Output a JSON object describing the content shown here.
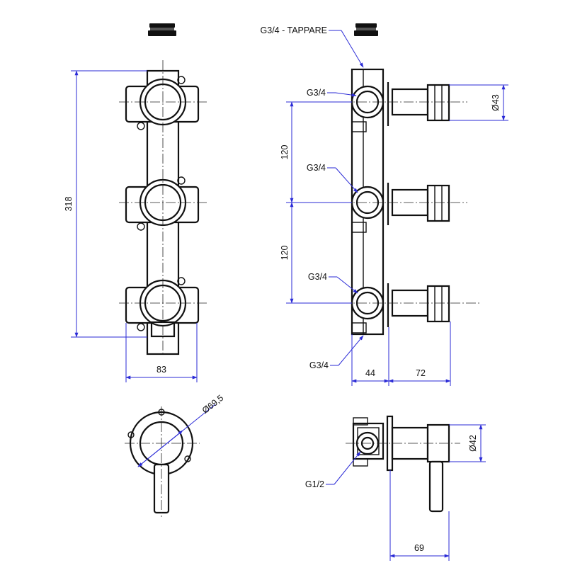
{
  "front_view": {
    "overall_height": "318",
    "width": "83"
  },
  "side_view": {
    "plug_label": "G3/4 - TAPPARE",
    "port_top": "G3/4",
    "port_mid": "G3/4",
    "port_bottom": "G3/4",
    "port_base": "G3/4",
    "spacing_upper": "120",
    "spacing_lower": "120",
    "body_depth": "44",
    "spout_length": "72",
    "spout_diameter": "Ø43"
  },
  "mixer_front": {
    "rosette_diameter": "Ø69,5"
  },
  "mixer_side": {
    "thread": "G1/2",
    "handle_diameter": "Ø42",
    "projection": "69"
  },
  "colors": {
    "outline": "#111111",
    "dimension": "#2a2ad6"
  }
}
